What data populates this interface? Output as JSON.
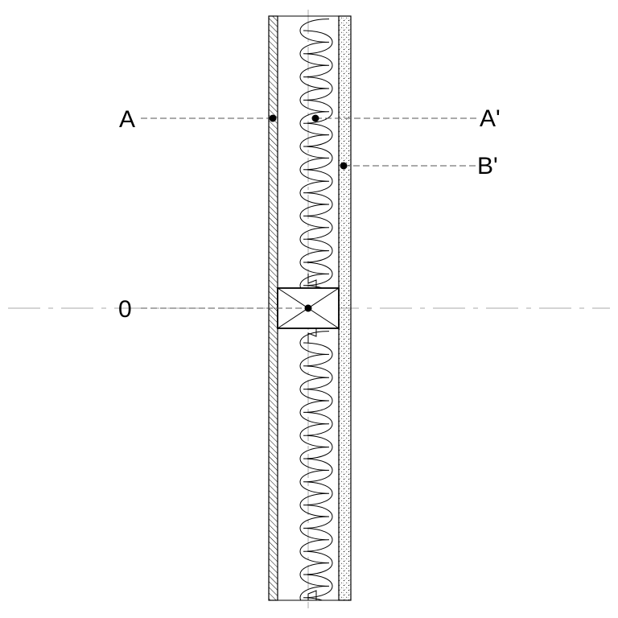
{
  "labels": {
    "a": "A",
    "a_prime": "A'",
    "b_prime": "B'",
    "zero": "0"
  },
  "colors": {
    "line": "#000000",
    "dashed": "#555555",
    "centerline": "#aaaaaa",
    "background": "#ffffff"
  }
}
